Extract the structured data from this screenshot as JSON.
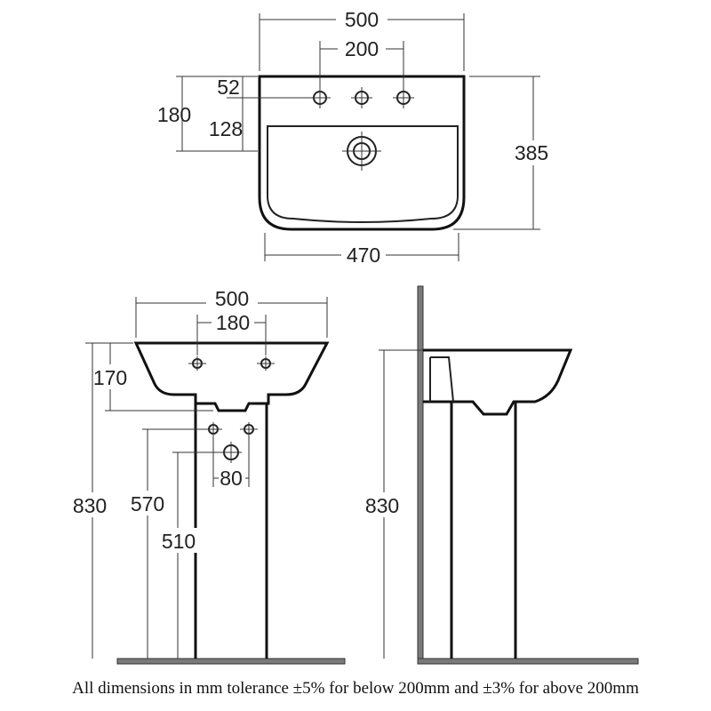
{
  "top_view": {
    "width_overall": "500",
    "tap_spacing": "200",
    "tap_offset": "52",
    "depth_to_waste": "180",
    "depth_to_bowl": "128",
    "depth_overall": "385",
    "bowl_width": "470"
  },
  "front_view": {
    "width_overall": "500",
    "tap_spacing": "180",
    "basin_height": "170",
    "height_overall": "830",
    "height_to_tap_holes": "570",
    "height_to_waste": "510",
    "waste_offset": "80"
  },
  "side_view": {
    "height_overall": "830"
  },
  "footnote": "All dimensions in mm tolerance ±5% for below 200mm and ±3% for above 200mm"
}
